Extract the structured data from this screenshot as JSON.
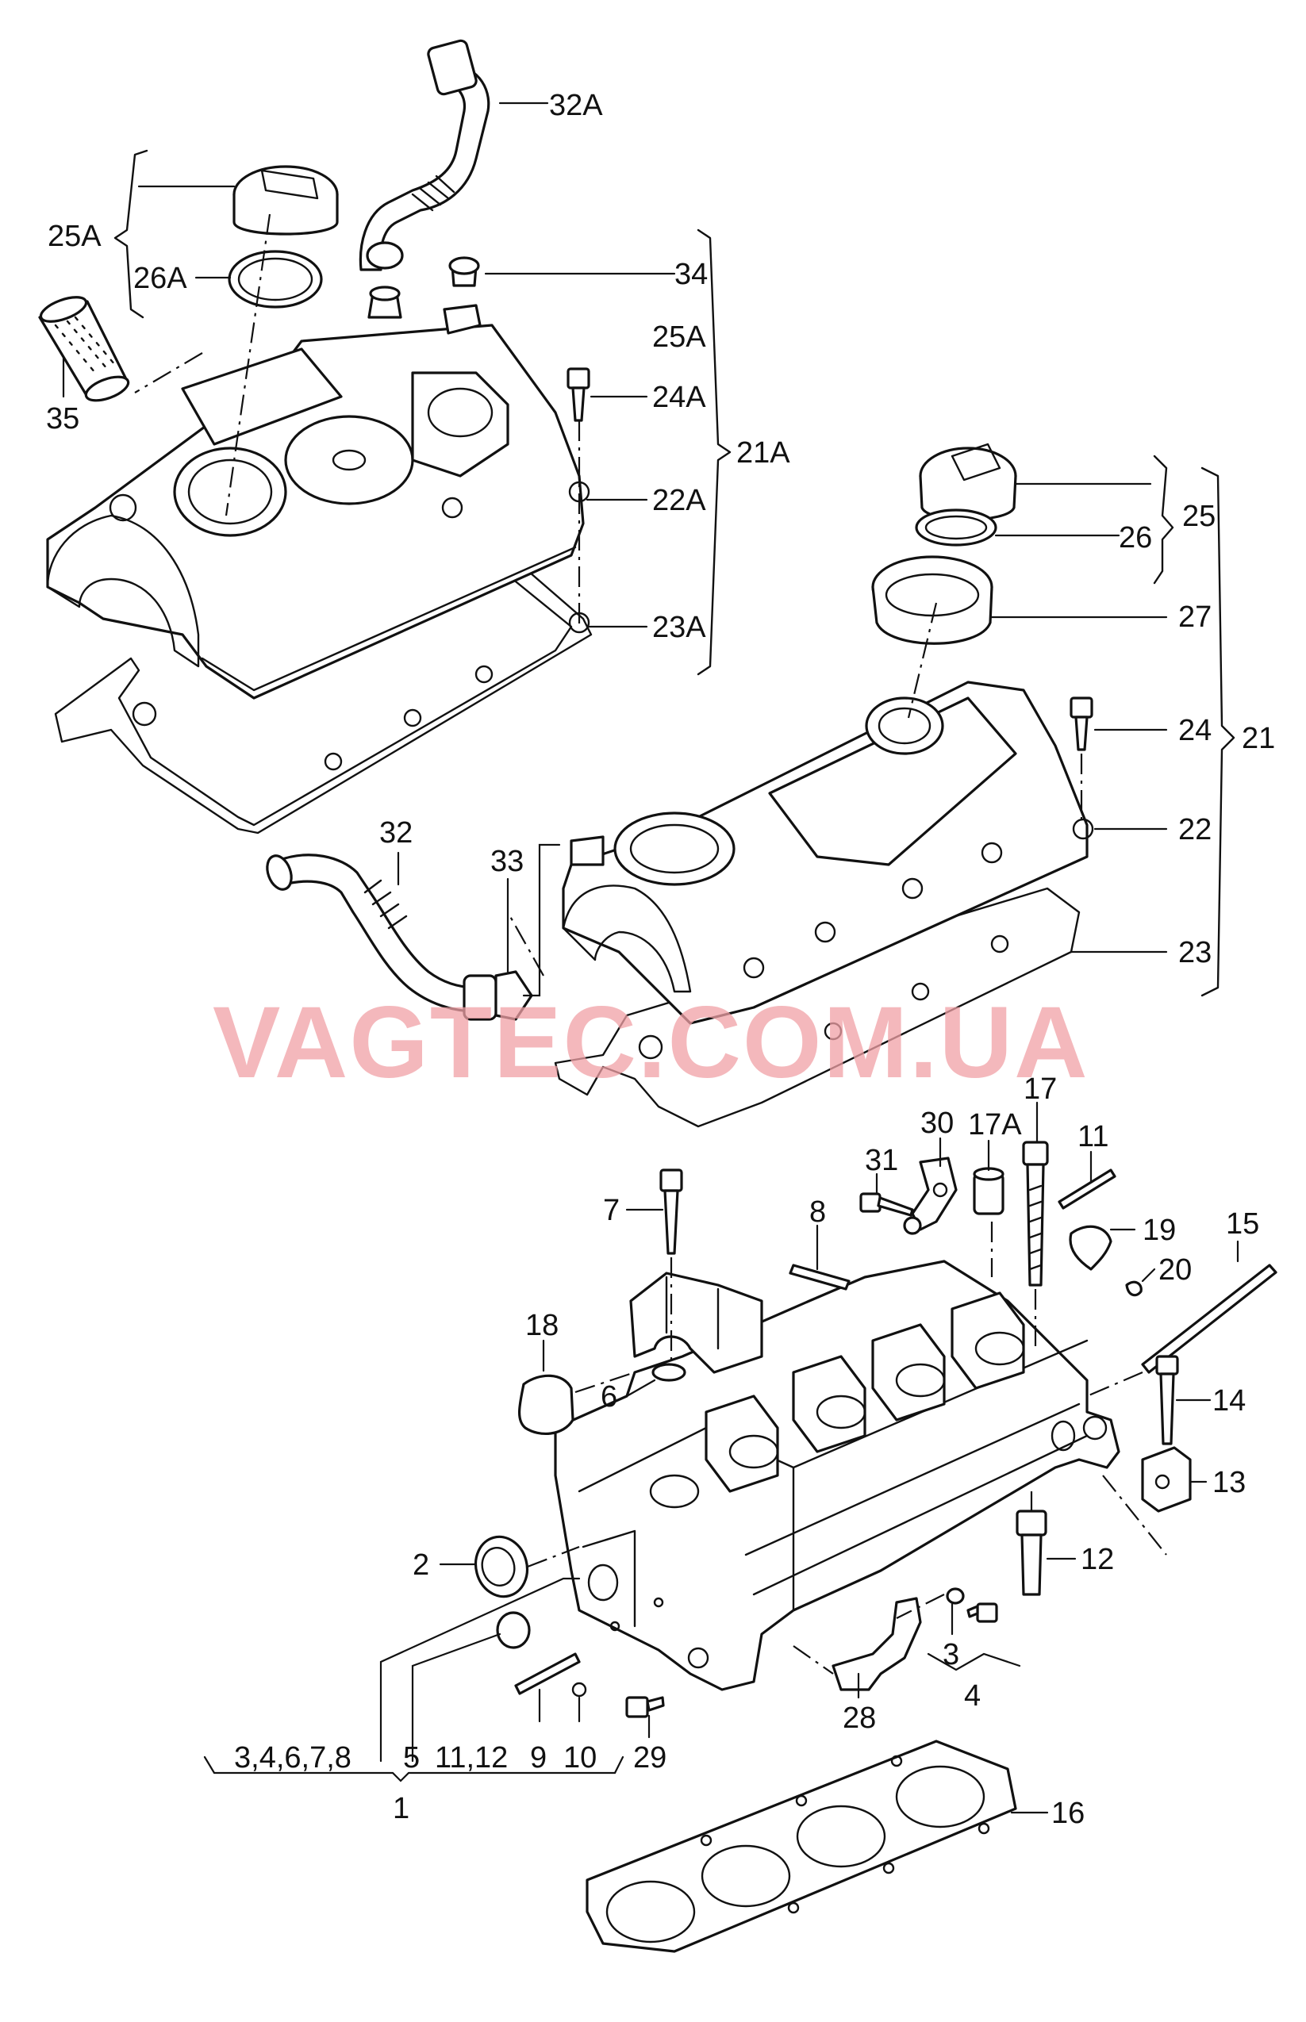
{
  "watermark": "VAGTEC.COM.UA",
  "colors": {
    "line": "#111111",
    "background": "#ffffff",
    "watermark": "#f0a0a6"
  },
  "labels": {
    "l32A": "32A",
    "l25A_top": "25A",
    "l26A": "26A",
    "l34": "34",
    "l25A_mid": "25A",
    "l24A": "24A",
    "l35": "35",
    "l21A": "21A",
    "l22A": "22A",
    "l23A": "23A",
    "l25": "25",
    "l26": "26",
    "l27": "27",
    "l24": "24",
    "l21": "21",
    "l22": "22",
    "l32": "32",
    "l33": "33",
    "l23": "23",
    "l17": "17",
    "l30": "30",
    "l17A": "17A",
    "l11_top": "11",
    "l31": "31",
    "l7": "7",
    "l8": "8",
    "l19": "19",
    "l15": "15",
    "l20": "20",
    "l18": "18",
    "l14": "14",
    "l6": "6",
    "l13": "13",
    "l2": "2",
    "l12": "12",
    "l3": "3",
    "l4": "4",
    "l28": "28",
    "l_group1": "3,4,6,7,8",
    "l5": "5",
    "l11_12": "11,12",
    "l9": "9",
    "l10": "10",
    "l29": "29",
    "l1": "1",
    "l16": "16"
  }
}
